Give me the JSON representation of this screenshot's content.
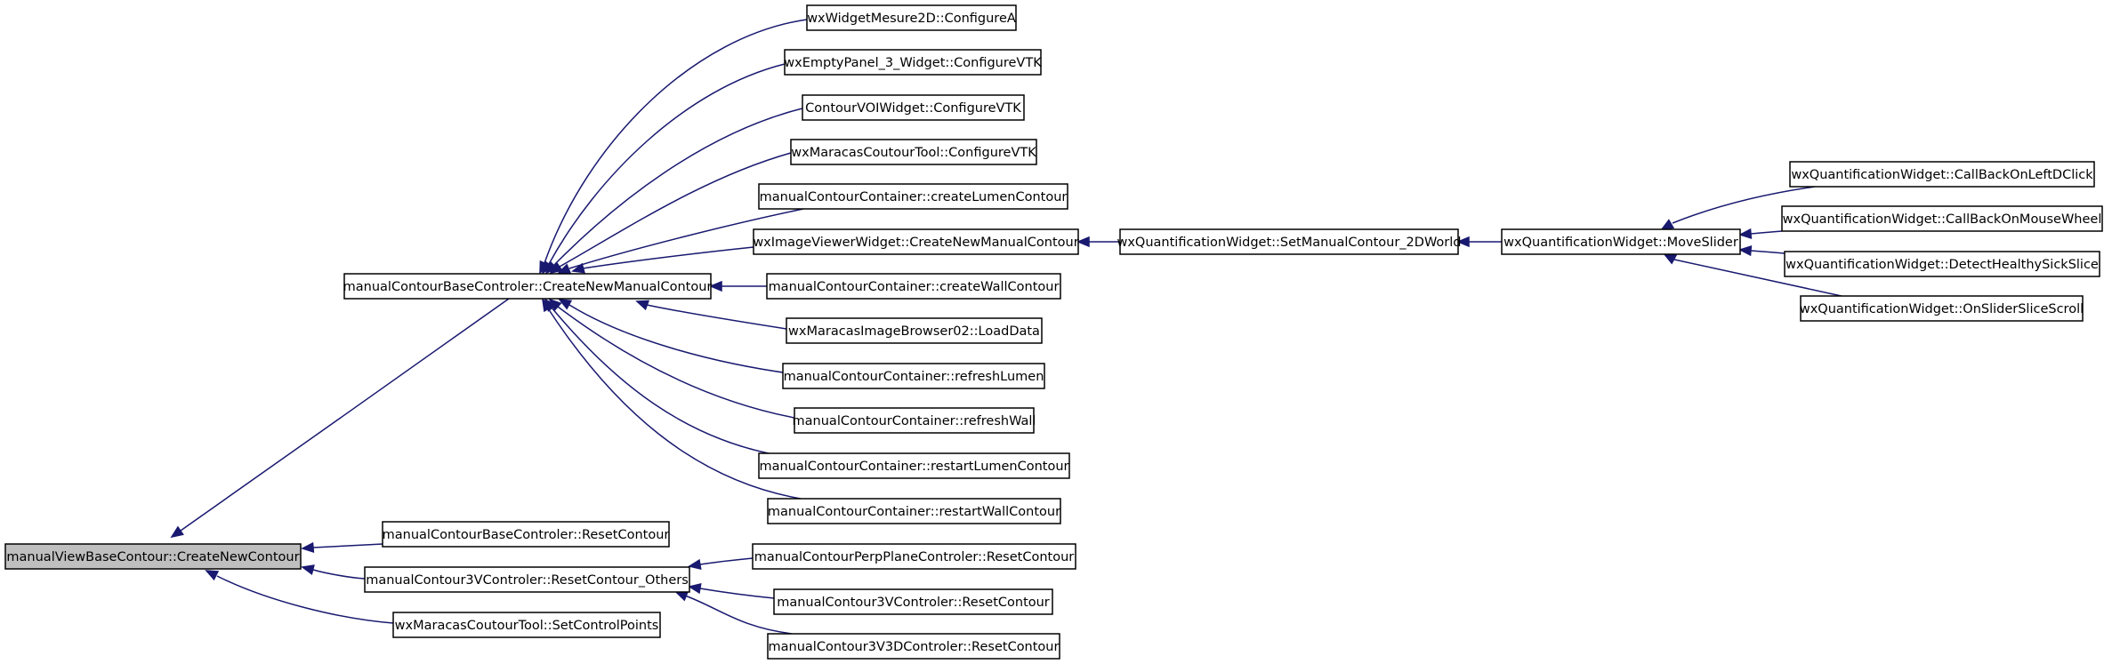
{
  "diagram": {
    "colors": {
      "edge": "#191970",
      "node_border": "#000000",
      "node_fill": "#ffffff",
      "root_fill": "#bfbfbf"
    },
    "nodes": [
      {
        "id": "root",
        "label": "manualViewBaseContour::CreateNewContour"
      },
      {
        "id": "cnmc",
        "label": "manualContourBaseControler::CreateNewManualContour"
      },
      {
        "id": "rc",
        "label": "manualContourBaseControler::ResetContour"
      },
      {
        "id": "rco",
        "label": "manualContour3VControler::ResetContour_Others"
      },
      {
        "id": "scp",
        "label": "wxMaracasCoutourTool::SetControlPoints"
      },
      {
        "id": "cfgA",
        "label": "wxWidgetMesure2D::ConfigureA"
      },
      {
        "id": "ep3",
        "label": "wxEmptyPanel_3_Widget::ConfigureVTK"
      },
      {
        "id": "cvoi",
        "label": "ContourVOIWidget::ConfigureVTK"
      },
      {
        "id": "mct",
        "label": "wxMaracasCoutourTool::ConfigureVTK"
      },
      {
        "id": "clc",
        "label": "manualContourContainer::createLumenContour"
      },
      {
        "id": "ivw",
        "label": "wxImageViewerWidget::CreateNewManualContour"
      },
      {
        "id": "cwc",
        "label": "manualContourContainer::createWallContour"
      },
      {
        "id": "ld",
        "label": "wxMaracasImageBrowser02::LoadData"
      },
      {
        "id": "rl",
        "label": "manualContourContainer::refreshLumen"
      },
      {
        "id": "rw",
        "label": "manualContourContainer::refreshWall"
      },
      {
        "id": "rlc",
        "label": "manualContourContainer::restartLumenContour"
      },
      {
        "id": "rwc",
        "label": "manualContourContainer::restartWallContour"
      },
      {
        "id": "pp",
        "label": "manualContourPerpPlaneControler::ResetContour"
      },
      {
        "id": "v3",
        "label": "manualContour3VControler::ResetContour"
      },
      {
        "id": "v3d",
        "label": "manualContour3V3DControler::ResetContour"
      },
      {
        "id": "smc",
        "label": "wxQuantificationWidget::SetManualContour_2DWorld"
      },
      {
        "id": "ms",
        "label": "wxQuantificationWidget::MoveSlider"
      },
      {
        "id": "cbl",
        "label": "wxQuantificationWidget::CallBackOnLeftDClick"
      },
      {
        "id": "cbm",
        "label": "wxQuantificationWidget::CallBackOnMouseWheel"
      },
      {
        "id": "dhs",
        "label": "wxQuantificationWidget::DetectHealthySickSlice"
      },
      {
        "id": "oss",
        "label": "wxQuantificationWidget::OnSliderSliceScroll"
      }
    ],
    "edges": [
      {
        "from": "cnmc",
        "to": "root"
      },
      {
        "from": "rc",
        "to": "root"
      },
      {
        "from": "rco",
        "to": "root"
      },
      {
        "from": "scp",
        "to": "root"
      },
      {
        "from": "cfgA",
        "to": "cnmc"
      },
      {
        "from": "ep3",
        "to": "cnmc"
      },
      {
        "from": "cvoi",
        "to": "cnmc"
      },
      {
        "from": "mct",
        "to": "cnmc"
      },
      {
        "from": "clc",
        "to": "cnmc"
      },
      {
        "from": "ivw",
        "to": "cnmc"
      },
      {
        "from": "cwc",
        "to": "cnmc"
      },
      {
        "from": "ld",
        "to": "cnmc"
      },
      {
        "from": "rl",
        "to": "cnmc"
      },
      {
        "from": "rw",
        "to": "cnmc"
      },
      {
        "from": "rlc",
        "to": "cnmc"
      },
      {
        "from": "rwc",
        "to": "cnmc"
      },
      {
        "from": "pp",
        "to": "rco"
      },
      {
        "from": "v3",
        "to": "rco"
      },
      {
        "from": "v3d",
        "to": "rco"
      },
      {
        "from": "smc",
        "to": "ivw"
      },
      {
        "from": "ms",
        "to": "smc"
      },
      {
        "from": "cbl",
        "to": "ms"
      },
      {
        "from": "cbm",
        "to": "ms"
      },
      {
        "from": "dhs",
        "to": "ms"
      },
      {
        "from": "oss",
        "to": "ms"
      }
    ]
  }
}
